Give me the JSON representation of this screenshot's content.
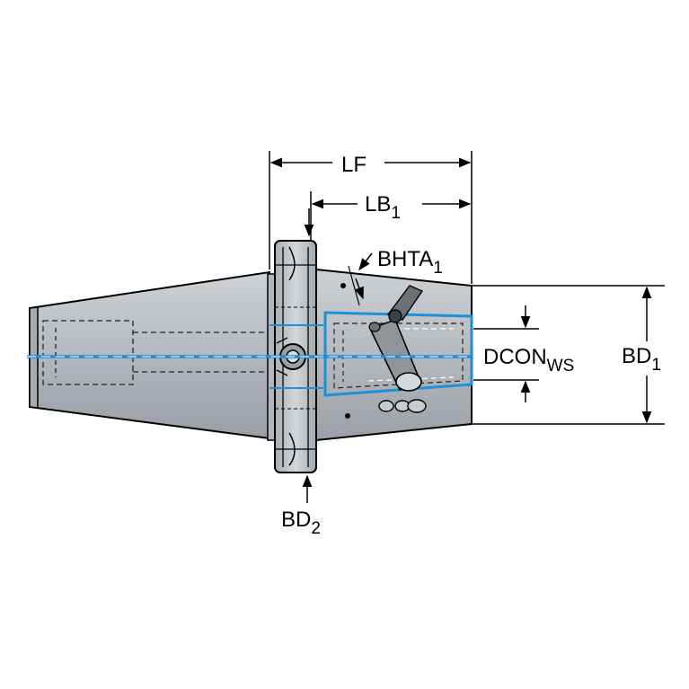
{
  "dimensions": {
    "lf": {
      "main": "LF",
      "sub": ""
    },
    "lb1": {
      "main": "LB",
      "sub": "1"
    },
    "bhta1": {
      "main": "BHTA",
      "sub": "1"
    },
    "dcon_ws": {
      "main": "DCON",
      "sub": "WS"
    },
    "bd1": {
      "main": "BD",
      "sub": "1"
    },
    "bd2": {
      "main": "BD",
      "sub": "2"
    }
  },
  "colors": {
    "body": "#b9bec4",
    "body_dark": "#8f959b",
    "flange": "#c4c9ce",
    "outline": "#000000",
    "coolant": "#1e90d6"
  },
  "icons": [
    "tool-holder-drawing",
    "clamping-screw-icon",
    "retention-knob-icon"
  ]
}
